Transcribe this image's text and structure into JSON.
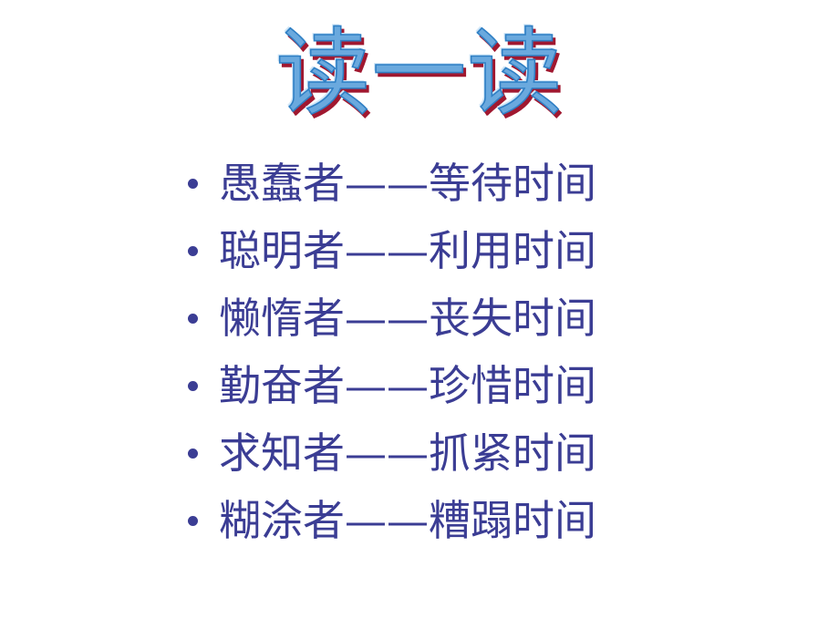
{
  "slide": {
    "background_color": "#ffffff",
    "title": {
      "text": "读一读",
      "fill_color": "#6aa9de",
      "shadow_color": "#a01830",
      "highlight_color": "#bcdcf5"
    },
    "bullets": {
      "marker": "•",
      "text_color": "#3b3d94",
      "items": [
        {
          "label": "愚蠢者——等待时间"
        },
        {
          "label": "聪明者——利用时间"
        },
        {
          "label": "懒惰者——丧失时间"
        },
        {
          "label": "勤奋者——珍惜时间"
        },
        {
          "label": "求知者——抓紧时间"
        },
        {
          "label": "糊涂者——糟蹋时间"
        }
      ]
    }
  }
}
